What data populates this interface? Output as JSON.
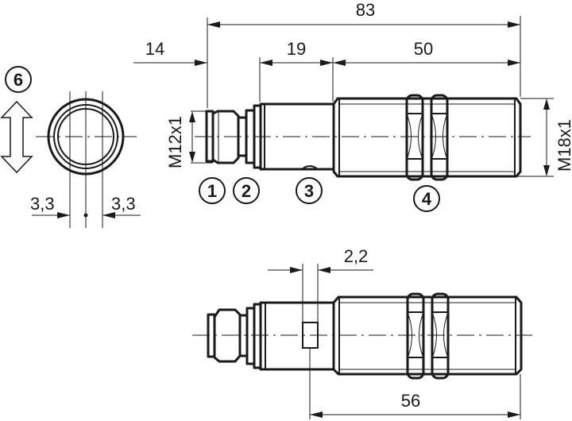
{
  "drawing": {
    "title": "M18 sensor dimensional drawing",
    "dimensions": {
      "overall_length": "83",
      "connector_offset": "14",
      "collar_length": "19",
      "thread_length": "50",
      "connector_thread": "M12x1",
      "body_thread": "M18x1",
      "led_width": "2,2",
      "lower_length": "56",
      "end_left": "3,3",
      "end_right": "3,3"
    },
    "callouts": [
      {
        "id": "1",
        "label": "1"
      },
      {
        "id": "2",
        "label": "2"
      },
      {
        "id": "3",
        "label": "3"
      },
      {
        "id": "4",
        "label": "4"
      },
      {
        "id": "6",
        "label": "6"
      }
    ],
    "colors": {
      "line": "#1a1a1a",
      "background": "#ffffff"
    }
  }
}
